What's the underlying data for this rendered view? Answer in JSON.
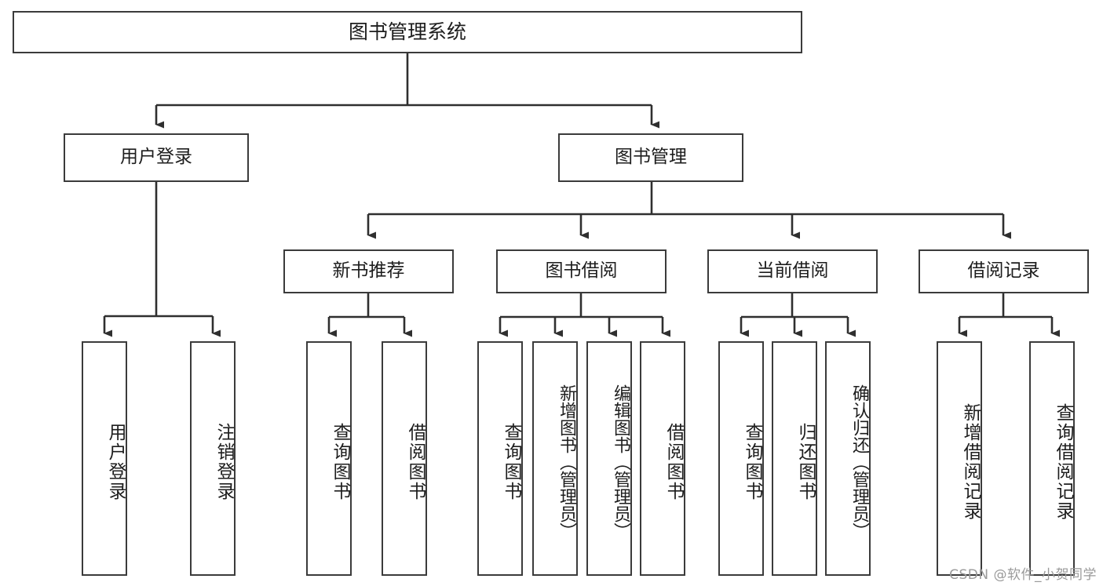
{
  "diagram": {
    "title": "图书管理系统",
    "type": "tree-hierarchy",
    "orientation": "top-down",
    "watermark": "CSDN @软件_小贺同学",
    "colors": {
      "box_border": "#3b3b3b",
      "box_fill": "#ffffff",
      "connector": "#2f2f2f",
      "text": "#1d1d1d",
      "watermark": "#9a9a9a",
      "background": "#ffffff"
    },
    "root": {
      "label": "图书管理系统"
    },
    "level2": [
      {
        "label": "用户登录"
      },
      {
        "label": "图书管理"
      }
    ],
    "level3": [
      {
        "label": "新书推荐"
      },
      {
        "label": "图书借阅"
      },
      {
        "label": "当前借阅"
      },
      {
        "label": "借阅记录"
      }
    ],
    "leaves": {
      "user_login": [
        {
          "label": "用户登录"
        },
        {
          "label": "注销登录"
        }
      ],
      "new_book_recommend": [
        {
          "label": "查询图书"
        },
        {
          "label": "借阅图书"
        }
      ],
      "book_borrow": [
        {
          "label": "查询图书"
        },
        {
          "label": "新增图书（管理员）"
        },
        {
          "label": "编辑图书（管理员）"
        },
        {
          "label": "借阅图书"
        }
      ],
      "current_borrow": [
        {
          "label": "查询图书"
        },
        {
          "label": "归还图书"
        },
        {
          "label": "确认归还（管理员）"
        }
      ],
      "borrow_records": [
        {
          "label": "新增借阅记录"
        },
        {
          "label": "查询借阅记录"
        }
      ]
    }
  }
}
